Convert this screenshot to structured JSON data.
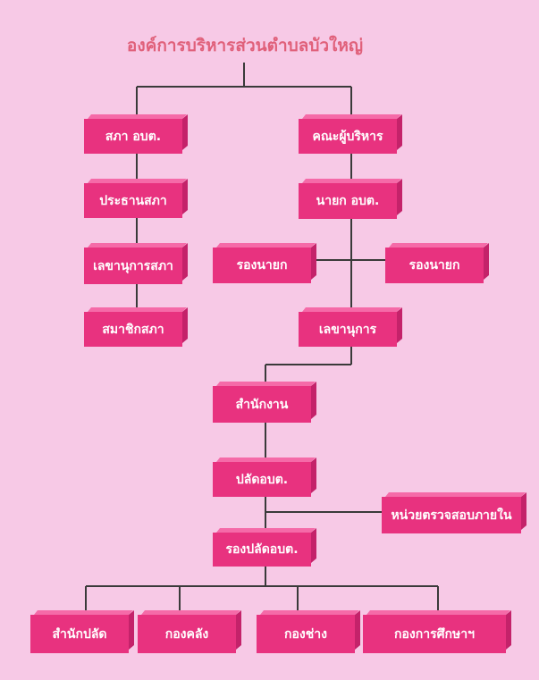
{
  "title": "องค์การบริหารส่วนตำบลบัวใหญ่",
  "colors": {
    "background": "#f7c9e6",
    "box": "#e8327f",
    "title": "#e0607a",
    "line": "#3a3a3a"
  },
  "nodes": {
    "council": "สภา อบต.",
    "council_president": "ประธานสภา",
    "council_secretary": "เลขานุการสภา",
    "council_members": "สมาชิกสภา",
    "executive_board": "คณะผู้บริหาร",
    "mayor": "นายก อบต.",
    "deputy_mayor_left": "รองนายก",
    "deputy_mayor_right": "รองนายก",
    "mayor_secretary": "เลขานุการ",
    "office": "สำนักงาน",
    "chief_administrator": "ปลัดอบต.",
    "internal_audit": "หน่วยตรวจสอบภายใน",
    "deputy_chief_administrator": "รองปลัดอบต.",
    "office_of_chief": "สำนักปลัด",
    "finance_division": "กองคลัง",
    "engineering_division": "กองช่าง",
    "education_division": "กองการศึกษาฯ"
  }
}
